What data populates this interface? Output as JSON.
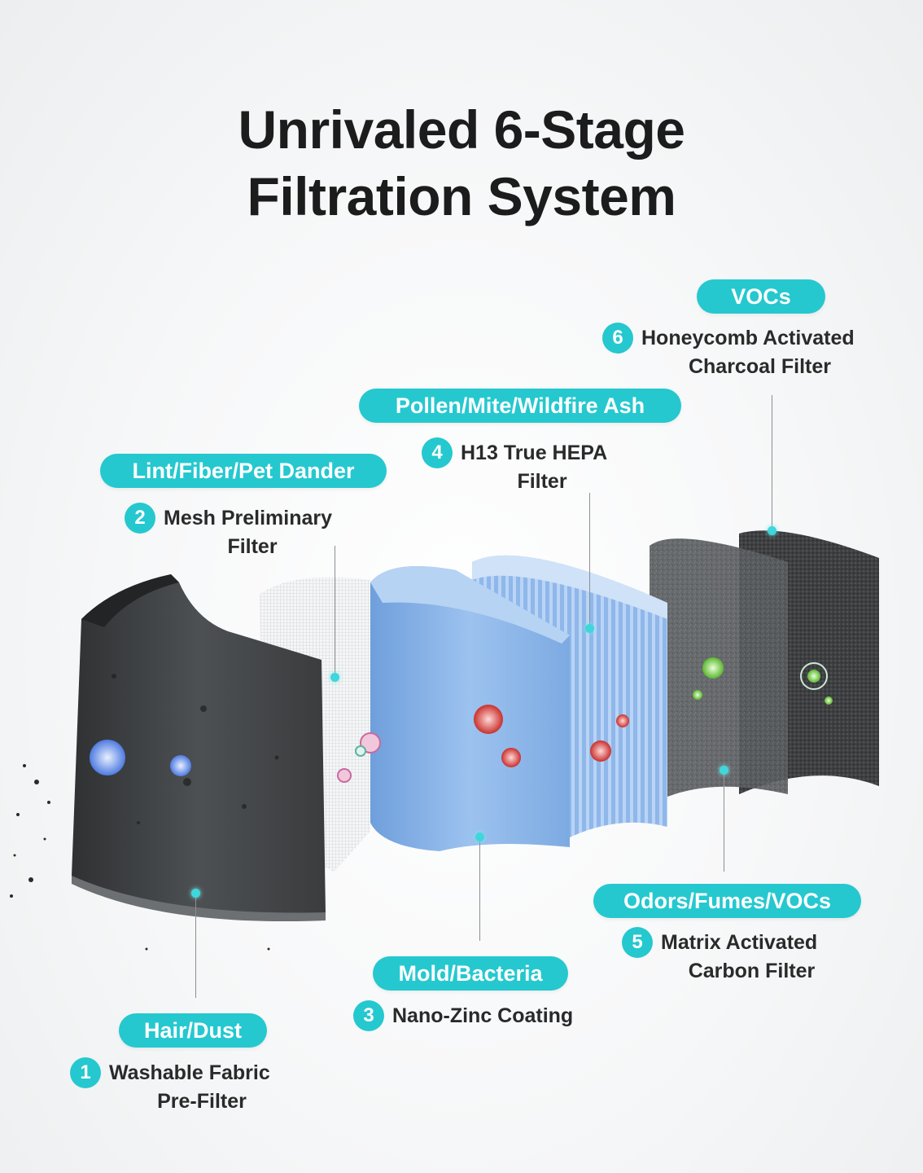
{
  "title": {
    "line1": "Unrivaled 6-Stage",
    "line2": "Filtration System"
  },
  "accent_color": "#25c8cf",
  "stages": [
    {
      "num": "1",
      "tag": "Hair/Dust",
      "name_line1": "Washable Fabric",
      "name_line2": "Pre-Filter"
    },
    {
      "num": "2",
      "tag": "Lint/Fiber/Pet Dander",
      "name_line1": "Mesh Preliminary",
      "name_line2": "Filter"
    },
    {
      "num": "3",
      "tag": "Mold/Bacteria",
      "name_line1": "Nano-Zinc Coating",
      "name_line2": ""
    },
    {
      "num": "4",
      "tag": "Pollen/Mite/Wildfire Ash",
      "name_line1": "H13 True HEPA",
      "name_line2": "Filter"
    },
    {
      "num": "5",
      "tag": "Odors/Fumes/VOCs",
      "name_line1": "Matrix Activated",
      "name_line2": "Carbon Filter"
    },
    {
      "num": "6",
      "tag": "VOCs",
      "name_line1": "Honeycomb Activated",
      "name_line2": "Charcoal Filter"
    }
  ]
}
